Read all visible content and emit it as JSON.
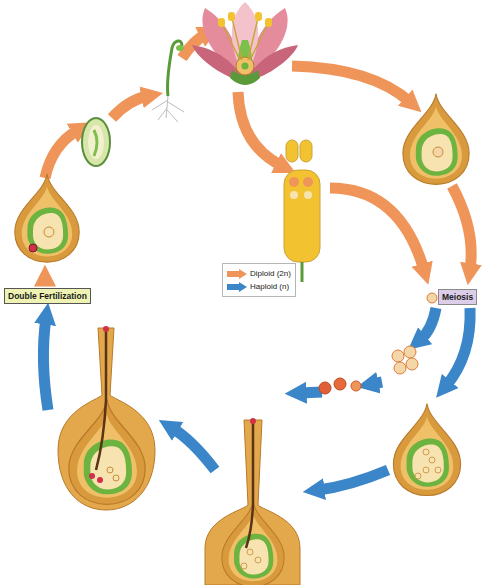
{
  "diagram": {
    "nodes": [
      {
        "text": [
          "Double Fertilization"
        ]
      },
      {
        "text": [
          "Meiosis"
        ]
      }
    ],
    "legend": [
      {
        "text": "Diploid (2n)",
        "color": "#f0955a"
      },
      {
        "text": "Haploid (n)",
        "color": "#3b86c8"
      }
    ]
  }
}
